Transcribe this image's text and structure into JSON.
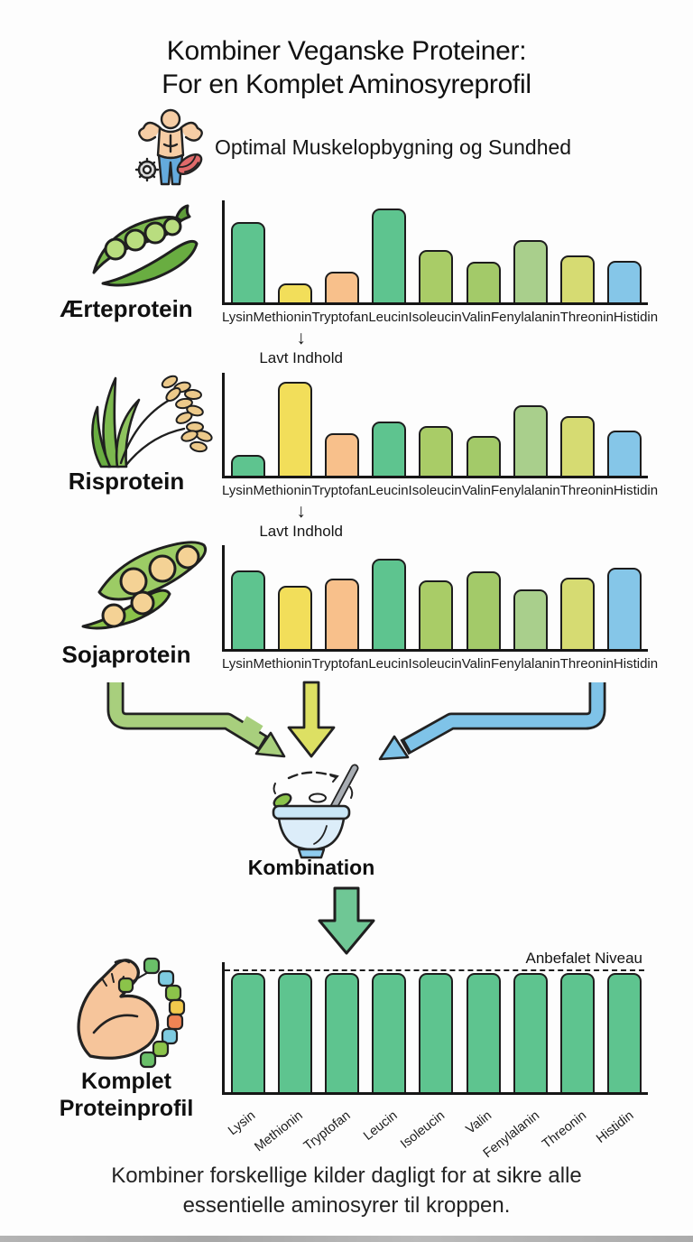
{
  "header": {
    "title_line1": "Kombiner Veganske Proteiner:",
    "title_line2": "For en Komplet Aminosyreprofil",
    "subtitle": "Optimal Muskelopbygning og Sundhed"
  },
  "amino_acids": [
    "Lysin",
    "Methionin",
    "Tryptofan",
    "Leucin",
    "Isoleucin",
    "Valin",
    "Fenylalanin",
    "Threonin",
    "Histidin"
  ],
  "bar_colors": [
    "#5ec48f",
    "#f2de5a",
    "#f8c08b",
    "#5ec48f",
    "#a9cc67",
    "#a3ca69",
    "#a9cf8c",
    "#d6db72",
    "#85c6e8"
  ],
  "accent_colors": {
    "bar_green": "#5ec48f",
    "bar_yellow": "#f2de5a",
    "bar_orange": "#f8c08b",
    "bar_blue": "#85c6e8",
    "arrow_green": "#a8cf7d",
    "arrow_yellow": "#dde063",
    "arrow_blue": "#7fc3e8",
    "arrow_down_green": "#6fc795",
    "outline_dark": "#1d1d1d"
  },
  "chart_data": [
    {
      "type": "bar",
      "title": "Ærteprotein",
      "categories": [
        "Lysin",
        "Methionin",
        "Tryptofan",
        "Leucin",
        "Isoleucin",
        "Valin",
        "Fenylalanin",
        "Threonin",
        "Histidin"
      ],
      "values_pct": [
        79,
        19,
        30,
        92,
        51,
        40,
        61,
        46,
        41
      ],
      "ylim": [
        0,
        100
      ],
      "low_note": {
        "label": "Lavt Indhold",
        "category": "Methionin",
        "index": 1
      }
    },
    {
      "type": "bar",
      "title": "Risprotein",
      "categories": [
        "Lysin",
        "Methionin",
        "Tryptofan",
        "Leucin",
        "Isoleucin",
        "Valin",
        "Fenylalanin",
        "Threonin",
        "Histidin"
      ],
      "values_pct": [
        20,
        91,
        41,
        53,
        48,
        39,
        68,
        58,
        44
      ],
      "ylim": [
        0,
        100
      ],
      "low_note": {
        "label": "Lavt Indhold",
        "category": "Methionin",
        "index": 1
      }
    },
    {
      "type": "bar",
      "title": "Sojaprotein",
      "categories": [
        "Lysin",
        "Methionin",
        "Tryptofan",
        "Leucin",
        "Isoleucin",
        "Valin",
        "Fenylalanin",
        "Threonin",
        "Histidin"
      ],
      "values_pct": [
        76,
        61,
        68,
        87,
        66,
        75,
        57,
        69,
        78
      ],
      "ylim": [
        0,
        100
      ]
    },
    {
      "type": "bar",
      "title": "Komplet Proteinprofil",
      "categories": [
        "Lysin",
        "Methionin",
        "Tryptofan",
        "Leucin",
        "Isoleucin",
        "Valin",
        "Fenylalanin",
        "Threonin",
        "Histidin"
      ],
      "values_pct": [
        92,
        92,
        92,
        92,
        92,
        92,
        92,
        92,
        92
      ],
      "ylim": [
        0,
        100
      ],
      "uniform_color": "#5ec48f",
      "rotated_labels": true,
      "reference_line": {
        "label": "Anbefalet Niveau",
        "pct": 93
      }
    }
  ],
  "sections": {
    "source1": "Ærteprotein",
    "source2": "Risprotein",
    "source3": "Sojaprotein",
    "combination": "Kombination",
    "final_line1": "Komplet",
    "final_line2": "Proteinprofil"
  },
  "footer": {
    "line1": "Kombiner forskellige kilder dagligt for at sikre alle",
    "line2": "essentielle aminosyrer til kroppen."
  }
}
